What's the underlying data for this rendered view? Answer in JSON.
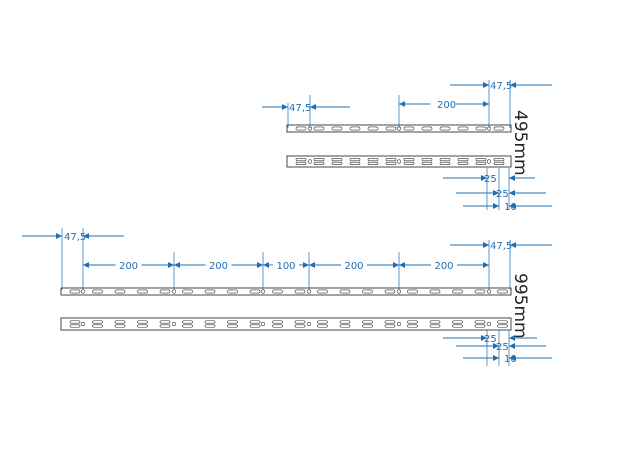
{
  "colors": {
    "dimension": "#1f6fb2",
    "outline": "#333333",
    "background": "#ffffff"
  },
  "upper": {
    "length_label": "495mm",
    "left_offset": "47,5",
    "spacing": "200",
    "right_offset": "47,5",
    "depth_25_a": "25",
    "depth_25_b": "25",
    "depth_10": "10"
  },
  "lower": {
    "length_label": "995mm",
    "left_offset": "47,5",
    "spacings": [
      "200",
      "200",
      "100",
      "200",
      "200"
    ],
    "right_offset": "47,5",
    "depth_25_a": "25",
    "depth_25_b": "25",
    "depth_10": "10"
  }
}
